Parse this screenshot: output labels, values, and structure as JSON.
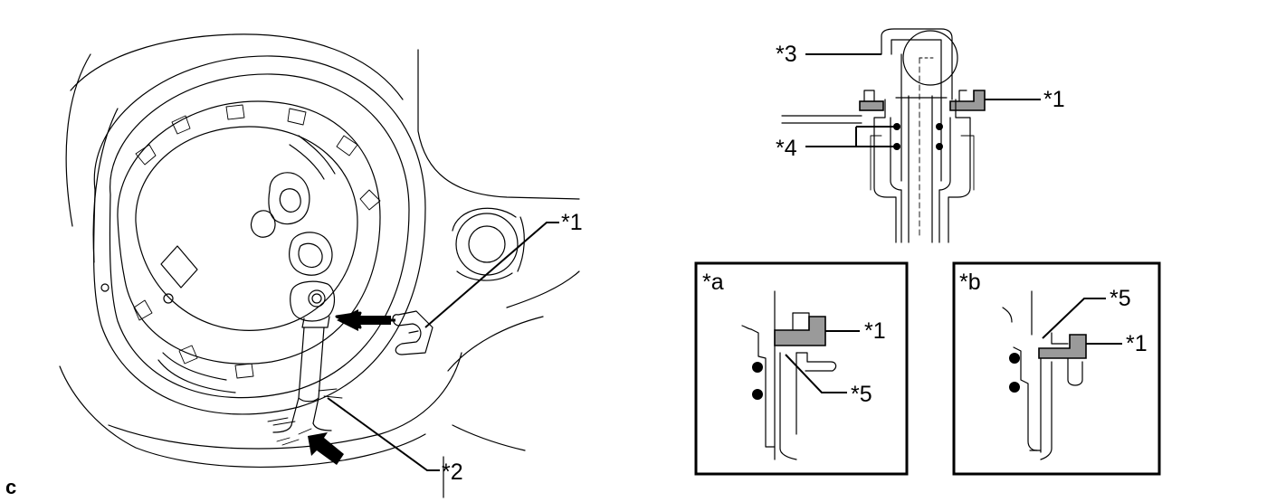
{
  "labels": {
    "left_clip": "*1",
    "left_tube": "*2",
    "top_pipe": "*3",
    "top_oring": "*4",
    "top_clip": "*1",
    "box_a_title": "*a",
    "box_a_clip": "*1",
    "box_a_gap": "*5",
    "box_b_title": "*b",
    "box_b_clip": "*1",
    "box_b_gap": "*5",
    "corner": "c"
  },
  "colors": {
    "line": "#000000",
    "clip_fill": "#9a9a9a",
    "background": "#ffffff"
  }
}
